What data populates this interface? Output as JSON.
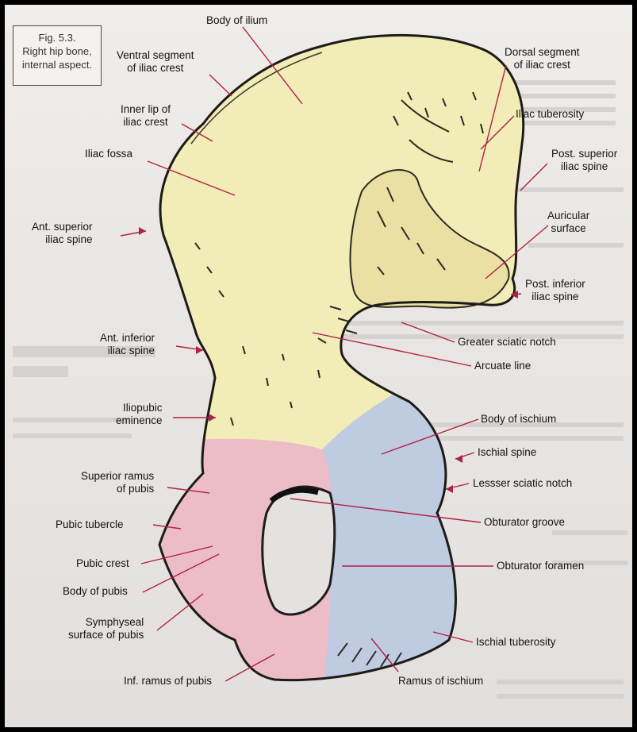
{
  "caption": {
    "fig_number": "Fig. 5.3.",
    "line1": "Right hip bone,",
    "line2": "internal aspect."
  },
  "labels": {
    "body_of_ilium": "Body of ilium",
    "ventral_segment": [
      "Ventral segment",
      "of iliac crest"
    ],
    "inner_lip": [
      "Inner lip of",
      "iliac crest"
    ],
    "iliac_fossa": "Iliac fossa",
    "ant_superior_iliac_spine": [
      "Ant. superior",
      "iliac spine"
    ],
    "ant_inferior_iliac_spine": [
      "Ant. inferior",
      "iliac spine"
    ],
    "iliopubic_eminence": [
      "Iliopubic",
      "eminence"
    ],
    "superior_ramus": [
      "Superior ramus",
      "of pubis"
    ],
    "pubic_tubercle": "Pubic tubercle",
    "pubic_crest": "Pubic crest",
    "body_of_pubis": "Body of pubis",
    "symphyseal_surface": [
      "Symphyseal",
      "surface of pubis"
    ],
    "inf_ramus": "Inf. ramus of pubis",
    "dorsal_segment": [
      "Dorsal segment",
      "of iliac crest"
    ],
    "iliac_tuberosity": "Iliac tuberosity",
    "post_superior_iliac_spine": [
      "Post. superior",
      "iliac spine"
    ],
    "auricular_surface": [
      "Auricular",
      "surface"
    ],
    "post_inferior_iliac_spine": [
      "Post. inferior",
      "iliac spine"
    ],
    "greater_sciatic_notch": "Greater sciatic notch",
    "arcuate_line": "Arcuate line",
    "body_of_ischium": "Body of ischium",
    "ischial_spine": "Ischial spine",
    "lesser_sciatic_notch": "Lessser sciatic notch",
    "obturator_groove": "Obturator groove",
    "obturator_foramen": "Obturator foramen",
    "ischial_tuberosity": "Ischial tuberosity",
    "ramus_of_ischium": "Ramus of ischium"
  },
  "colors": {
    "ilium": "#f2ecb6",
    "pubis": "#ecbcc7",
    "ischium": "#bfcbe0",
    "pointer": "#b0204a"
  }
}
